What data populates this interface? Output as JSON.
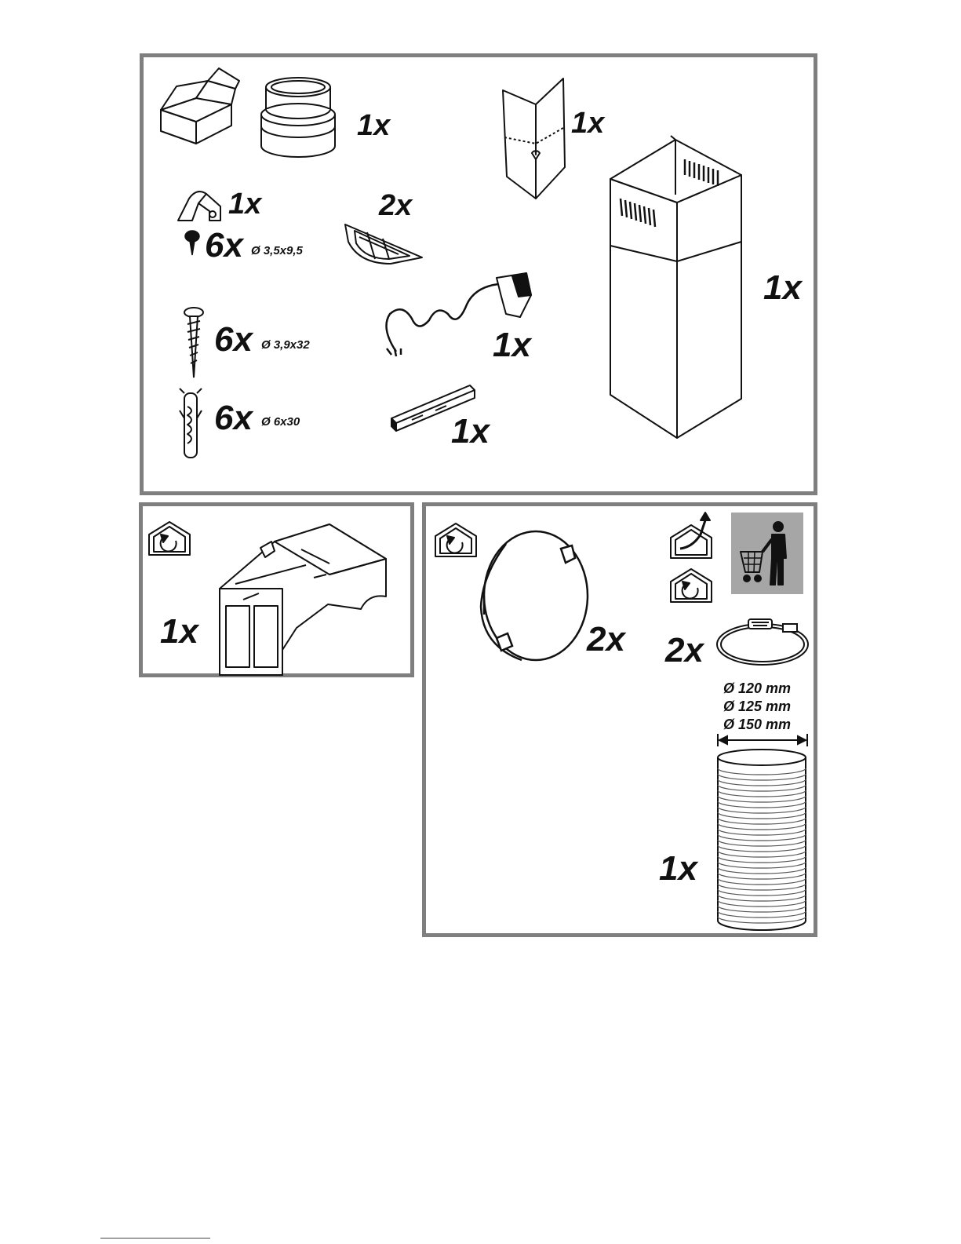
{
  "kit": {
    "box_icon": "open-cardboard-box-icon",
    "items": [
      {
        "qty": "1x",
        "name": "reducer-flange"
      },
      {
        "qty": "1x",
        "name": "corner-bracket"
      },
      {
        "qty": "1x",
        "name": "chimney-cover"
      },
      {
        "qty": "1x",
        "name": "mounting-clip"
      },
      {
        "qty": "6x",
        "size": "Ø 3,5x9,5",
        "name": "short-screw"
      },
      {
        "qty": "2x",
        "name": "half-grille"
      },
      {
        "qty": "6x",
        "size": "Ø 3,9x32",
        "name": "long-screw"
      },
      {
        "qty": "1x",
        "name": "power-cord"
      },
      {
        "qty": "6x",
        "size": "Ø 6x30",
        "name": "wall-plug"
      },
      {
        "qty": "1x",
        "name": "mounting-rail"
      }
    ]
  },
  "recirculation_kit": {
    "mode_icon": "recirculation-mode-icon",
    "items": [
      {
        "qty": "1x",
        "name": "deflector"
      }
    ]
  },
  "accessories": {
    "mode_icons": [
      "recirculation-mode-icon",
      "extraction-mode-icon",
      "recirculation-mode-icon"
    ],
    "purchase_icon": "person-with-shopping-cart-icon",
    "items": [
      {
        "qty": "2x",
        "name": "carbon-filter"
      },
      {
        "qty": "2x",
        "name": "hose-clamp"
      },
      {
        "qty": "1x",
        "name": "flexible-duct"
      }
    ],
    "duct_diameters": [
      "Ø 120 mm",
      "Ø 125 mm",
      "Ø 150 mm"
    ]
  },
  "colors": {
    "frame": "#7f7f7f",
    "purchase_bg": "#a6a6a6",
    "link": "#2a3fb0"
  }
}
